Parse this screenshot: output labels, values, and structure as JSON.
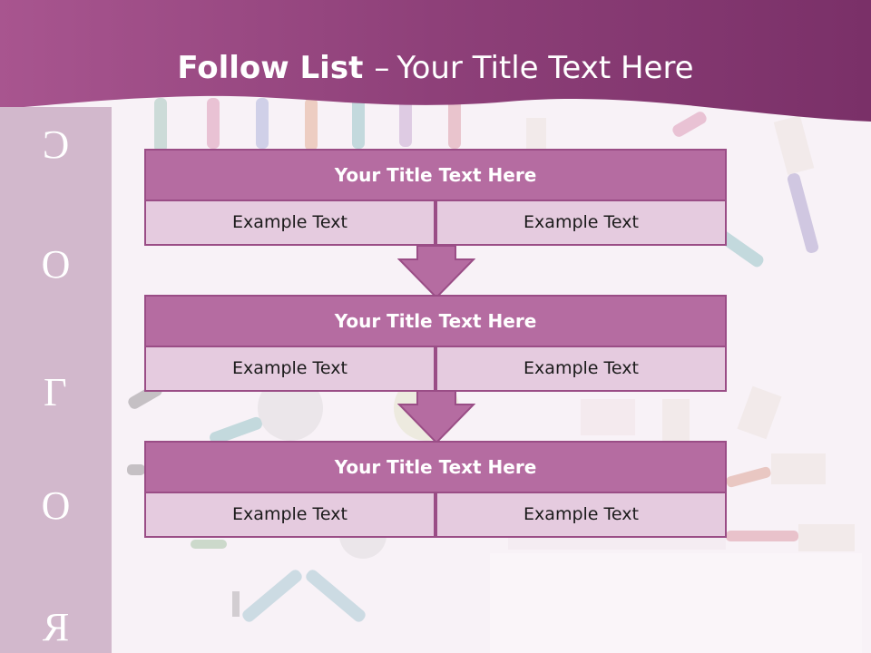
{
  "header": {
    "title_bold": "Follow List",
    "title_separator": "–",
    "title_rest": "Your Title Text Here"
  },
  "sidebar": {
    "letters": [
      "C",
      "O",
      "L",
      "O",
      "R"
    ]
  },
  "flow": {
    "steps": [
      {
        "title": "Your Title Text Here",
        "left": "Example Text",
        "right": "Example Text"
      },
      {
        "title": "Your Title Text Here",
        "left": "Example Text",
        "right": "Example Text"
      },
      {
        "title": "Your Title Text Here",
        "left": "Example Text",
        "right": "Example Text"
      }
    ]
  },
  "colors": {
    "header": "#8a3b77",
    "block_title": "#b56ca1",
    "block_cell": "#e5cbdf",
    "border": "#9a4d86",
    "sidebar": "#d2b8cc"
  }
}
